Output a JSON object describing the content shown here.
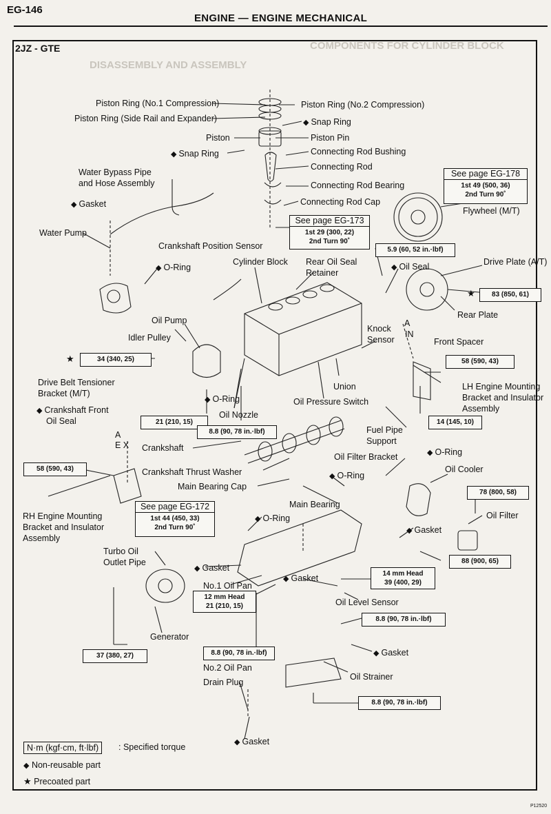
{
  "header": {
    "page_number": "EG-146",
    "title": "ENGINE — ENGINE MECHANICAL"
  },
  "variant": "2JZ - GTE",
  "labels": {
    "piston_ring_no1": "Piston Ring (No.1 Compression)",
    "piston_ring_no2": "Piston Ring (No.2 Compression)",
    "piston_ring_side": "Piston Ring (Side Rail and Expander)",
    "snap_ring_top": "Snap Ring",
    "piston": "Piston",
    "piston_pin": "Piston Pin",
    "snap_ring_left": "Snap Ring",
    "con_rod_bushing": "Connecting Rod Bushing",
    "water_bypass_1": "Water Bypass Pipe",
    "water_bypass_2": "and Hose Assembly",
    "con_rod": "Connecting Rod",
    "gasket_1": "Gasket",
    "con_rod_bearing": "Connecting Rod Bearing",
    "con_rod_cap": "Connecting Rod Cap",
    "flywheel": "Flywheel (M/T)",
    "water_pump": "Water Pump",
    "crank_pos_sensor": "Crankshaft Position Sensor",
    "o_ring_1": "O-Ring",
    "cylinder_block": "Cylinder Block",
    "rear_oil_seal_1": "Rear Oil Seal",
    "rear_oil_seal_2": "Retainer",
    "oil_seal": "Oil Seal",
    "drive_plate": "Drive Plate (A/T)",
    "rear_plate": "Rear Plate",
    "oil_pump": "Oil Pump",
    "idler_pulley": "Idler Pulley",
    "knock_sensor_1": "Knock",
    "knock_sensor_2": "Sensor",
    "front_spacer": "Front Spacer",
    "in_label": "IN",
    "a_label_1": "A",
    "union": "Union",
    "drive_belt_1": "Drive Belt Tensioner",
    "drive_belt_2": "Bracket (M/T)",
    "lh_mount_1": "LH Engine Mounting",
    "lh_mount_2": "Bracket and Insulator",
    "lh_mount_3": "Assembly",
    "o_ring_2": "O-Ring",
    "oil_pressure_switch": "Oil Pressure Switch",
    "crank_front_seal_1": "Crankshaft Front",
    "crank_front_seal_2": "Oil Seal",
    "oil_nozzle": "Oil Nozzle",
    "fuel_pipe_1": "Fuel Pipe",
    "fuel_pipe_2": "Support",
    "a_label_2": "A",
    "ex_label": "E X",
    "crankshaft": "Crankshaft",
    "o_ring_3": "O-Ring",
    "oil_filter_bracket": "Oil Filter Bracket",
    "oil_cooler": "Oil Cooler",
    "crank_thrust": "Crankshaft Thrust Washer",
    "o_ring_4": "O-Ring",
    "main_bearing_cap": "Main Bearing Cap",
    "main_bearing": "Main Bearing",
    "rh_mount_1": "RH Engine Mounting",
    "rh_mount_2": "Bracket and Insulator",
    "rh_mount_3": "Assembly",
    "o_ring_5": "O-Ring",
    "oil_filter": "Oil Filter",
    "gasket_2": "Gasket",
    "turbo_oil_1": "Turbo Oil",
    "turbo_oil_2": "Outlet Pipe",
    "gasket_3": "Gasket",
    "gasket_4": "Gasket",
    "no1_oil_pan": "No.1 Oil Pan",
    "oil_level_sensor": "Oil Level Sensor",
    "generator": "Generator",
    "gasket_5": "Gasket",
    "no2_oil_pan": "No.2 Oil Pan",
    "oil_strainer": "Oil Strainer",
    "drain_plug": "Drain Plug",
    "gasket_6": "Gasket"
  },
  "torque_boxes": {
    "eg178": {
      "head": "See page EG-178",
      "line1": "1st  49 (500, 36)",
      "line2": "2nd Turn 90˚"
    },
    "eg173": {
      "head": "See page EG-173",
      "line1": "1st  29 (300, 22)",
      "line2": "2nd Turn 90˚"
    },
    "eg172": {
      "head": "See page EG-172",
      "line1": "1st  44 (450, 33)",
      "line2": "2nd Turn 90˚"
    },
    "t_5_9": "5.9 (60, 52 in.·lbf)",
    "t_83": "83 (850, 61)",
    "t_34": "34 (340, 25)",
    "t_58a": "58 (590, 43)",
    "t_21a": "21 (210, 15)",
    "t_8_8a": "8.8 (90, 78 in.·lbf)",
    "t_14": "14 (145, 10)",
    "t_58b": "58 (590, 43)",
    "t_78": "78 (800, 58)",
    "t_88": "88 (900, 65)",
    "t_14mm_head": "14 mm Head",
    "t_14mm_val": "39 (400, 29)",
    "t_12mm_head": "12 mm Head",
    "t_12mm_val": "21 (210, 15)",
    "t_8_8b": "8.8 (90, 78 in.·lbf)",
    "t_37": "37 (380, 27)",
    "t_8_8c": "8.8 (90, 78 in.·lbf)",
    "t_8_8d": "8.8 (90, 78 in.·lbf)"
  },
  "legend": {
    "unit_box": "N·m (kgf·cm, ft·lbf)",
    "specified": ": Specified torque",
    "non_reusable": "Non-reusable part",
    "precoated": "Precoated part"
  },
  "footer_code": "P12520",
  "icons": {
    "non_reusable": "black-diamond-icon",
    "precoated": "black-star-icon"
  }
}
